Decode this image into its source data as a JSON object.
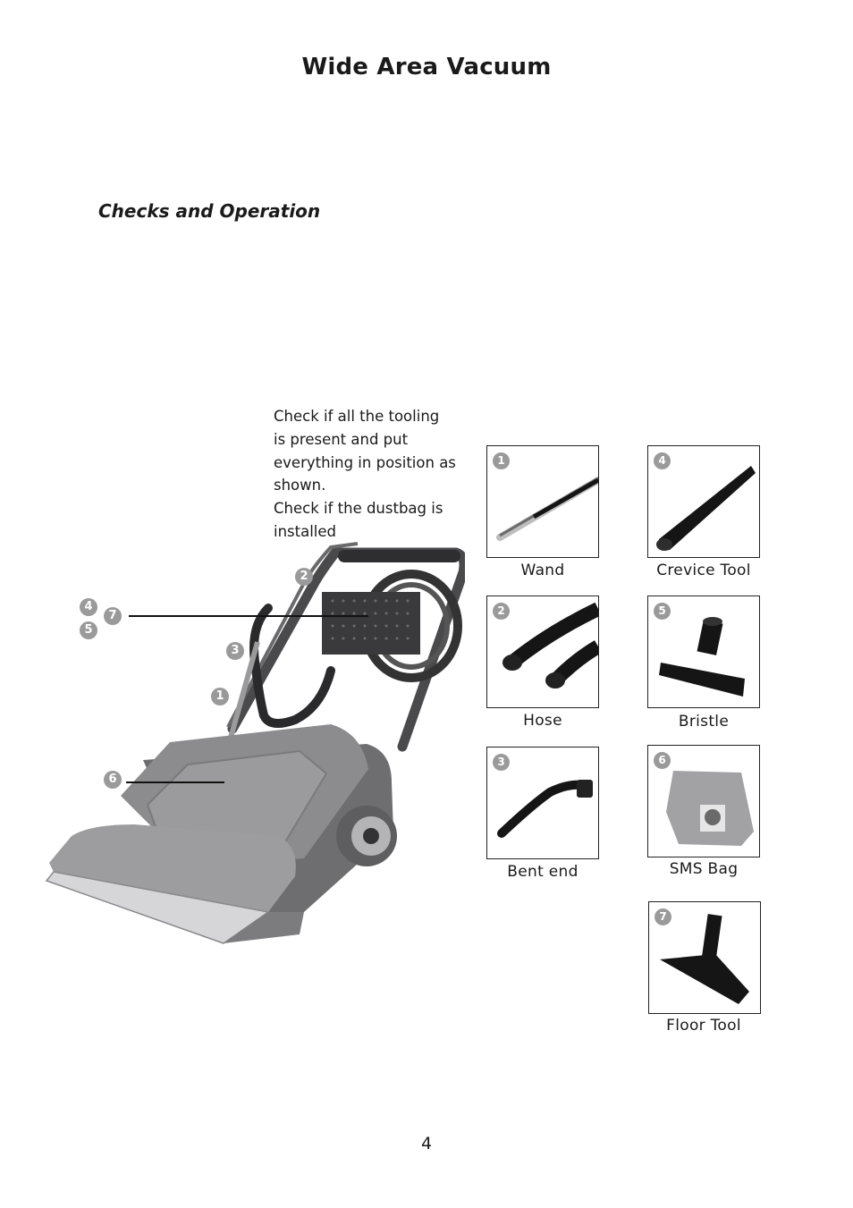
{
  "page": {
    "title": "Wide Area Vacuum",
    "section_heading": "Checks and Operation",
    "instructions": [
      "Check if all  the tooling",
      "is present and put",
      "everything in position as",
      "shown.",
      "Check if the dustbag is",
      "installed"
    ],
    "page_number": "4"
  },
  "callouts": [
    "2",
    "4",
    "7",
    "5",
    "3",
    "1",
    "6"
  ],
  "tools": [
    {
      "number": "1",
      "label": "Wand",
      "icon": "wand-icon"
    },
    {
      "number": "4",
      "label": "Crevice Tool",
      "icon": "crevice-tool-icon"
    },
    {
      "number": "2",
      "label": "Hose",
      "icon": "hose-icon"
    },
    {
      "number": "5",
      "label": "Bristle",
      "icon": "bristle-icon"
    },
    {
      "number": "3",
      "label": "Bent end",
      "icon": "bent-end-icon"
    },
    {
      "number": "6",
      "label": "SMS Bag",
      "icon": "sms-bag-icon"
    },
    {
      "number": "7",
      "label": "Floor Tool",
      "icon": "floor-tool-icon"
    }
  ],
  "colors": {
    "badge": "#9a9a9a",
    "vacuum_body": "#8c8c8e",
    "tool_black": "#151515"
  }
}
